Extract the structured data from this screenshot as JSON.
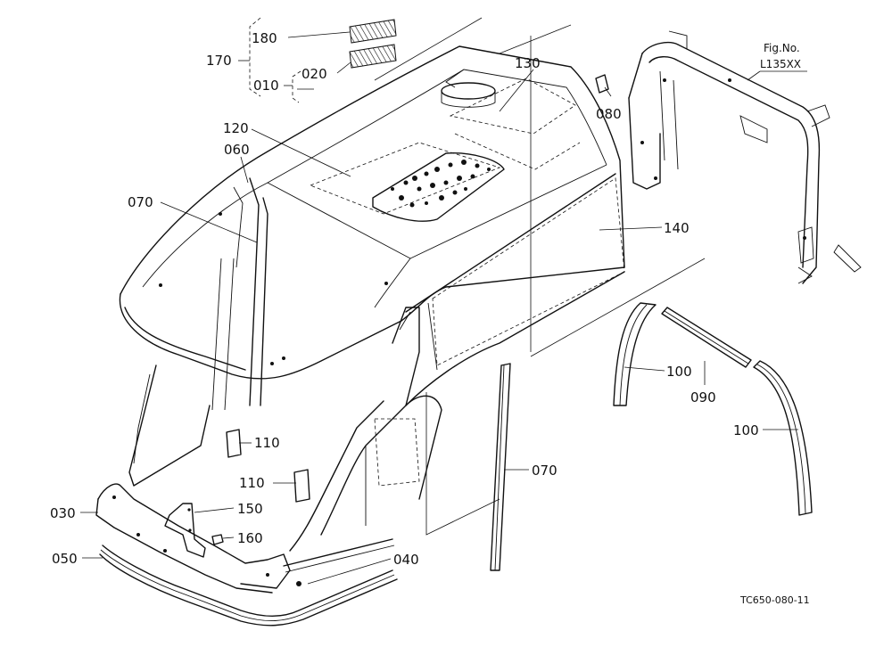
{
  "figure_ref": {
    "title": "Fig.No.",
    "code": "L135XX"
  },
  "drawing_code": "TC650-080-11",
  "callouts": [
    {
      "id": "c180",
      "label": "180"
    },
    {
      "id": "c170",
      "label": "170"
    },
    {
      "id": "c020",
      "label": "020"
    },
    {
      "id": "c010",
      "label": "010"
    },
    {
      "id": "c130",
      "label": "130"
    },
    {
      "id": "c080",
      "label": "080"
    },
    {
      "id": "c120",
      "label": "120"
    },
    {
      "id": "c060",
      "label": "060"
    },
    {
      "id": "c070a",
      "label": "070"
    },
    {
      "id": "c140",
      "label": "140"
    },
    {
      "id": "c100a",
      "label": "100"
    },
    {
      "id": "c090",
      "label": "090"
    },
    {
      "id": "c100b",
      "label": "100"
    },
    {
      "id": "c110a",
      "label": "110"
    },
    {
      "id": "c110b",
      "label": "110"
    },
    {
      "id": "c070b",
      "label": "070"
    },
    {
      "id": "c030",
      "label": "030"
    },
    {
      "id": "c150",
      "label": "150"
    },
    {
      "id": "c160",
      "label": "160"
    },
    {
      "id": "c050",
      "label": "050"
    },
    {
      "id": "c040",
      "label": "040"
    }
  ]
}
